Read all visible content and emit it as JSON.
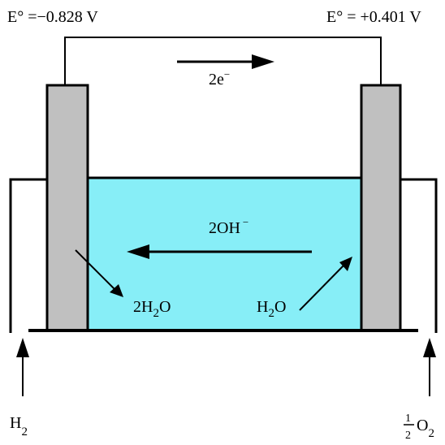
{
  "labels": {
    "anode_potential": "E° =−0.828 V",
    "cathode_potential": "E° = +0.401 V",
    "electron_flow": {
      "coef": "2e",
      "charge": "−"
    },
    "hydroxide": {
      "text": "2OH",
      "charge": "−"
    },
    "anode_product": {
      "coef": "2H",
      "sub": "2",
      "tail": "O"
    },
    "cathode_reactant": {
      "coef": "H",
      "sub": "2",
      "tail": "O"
    },
    "hydrogen_input": {
      "main": "H",
      "sub": "2"
    },
    "oxygen_input": {
      "num": "1",
      "den": "2",
      "main": "O",
      "sub": "2"
    }
  },
  "colors": {
    "electrolyte": "#87eef7",
    "electrode": "#c0c0c0",
    "line": "#000000",
    "background": "#ffffff"
  }
}
